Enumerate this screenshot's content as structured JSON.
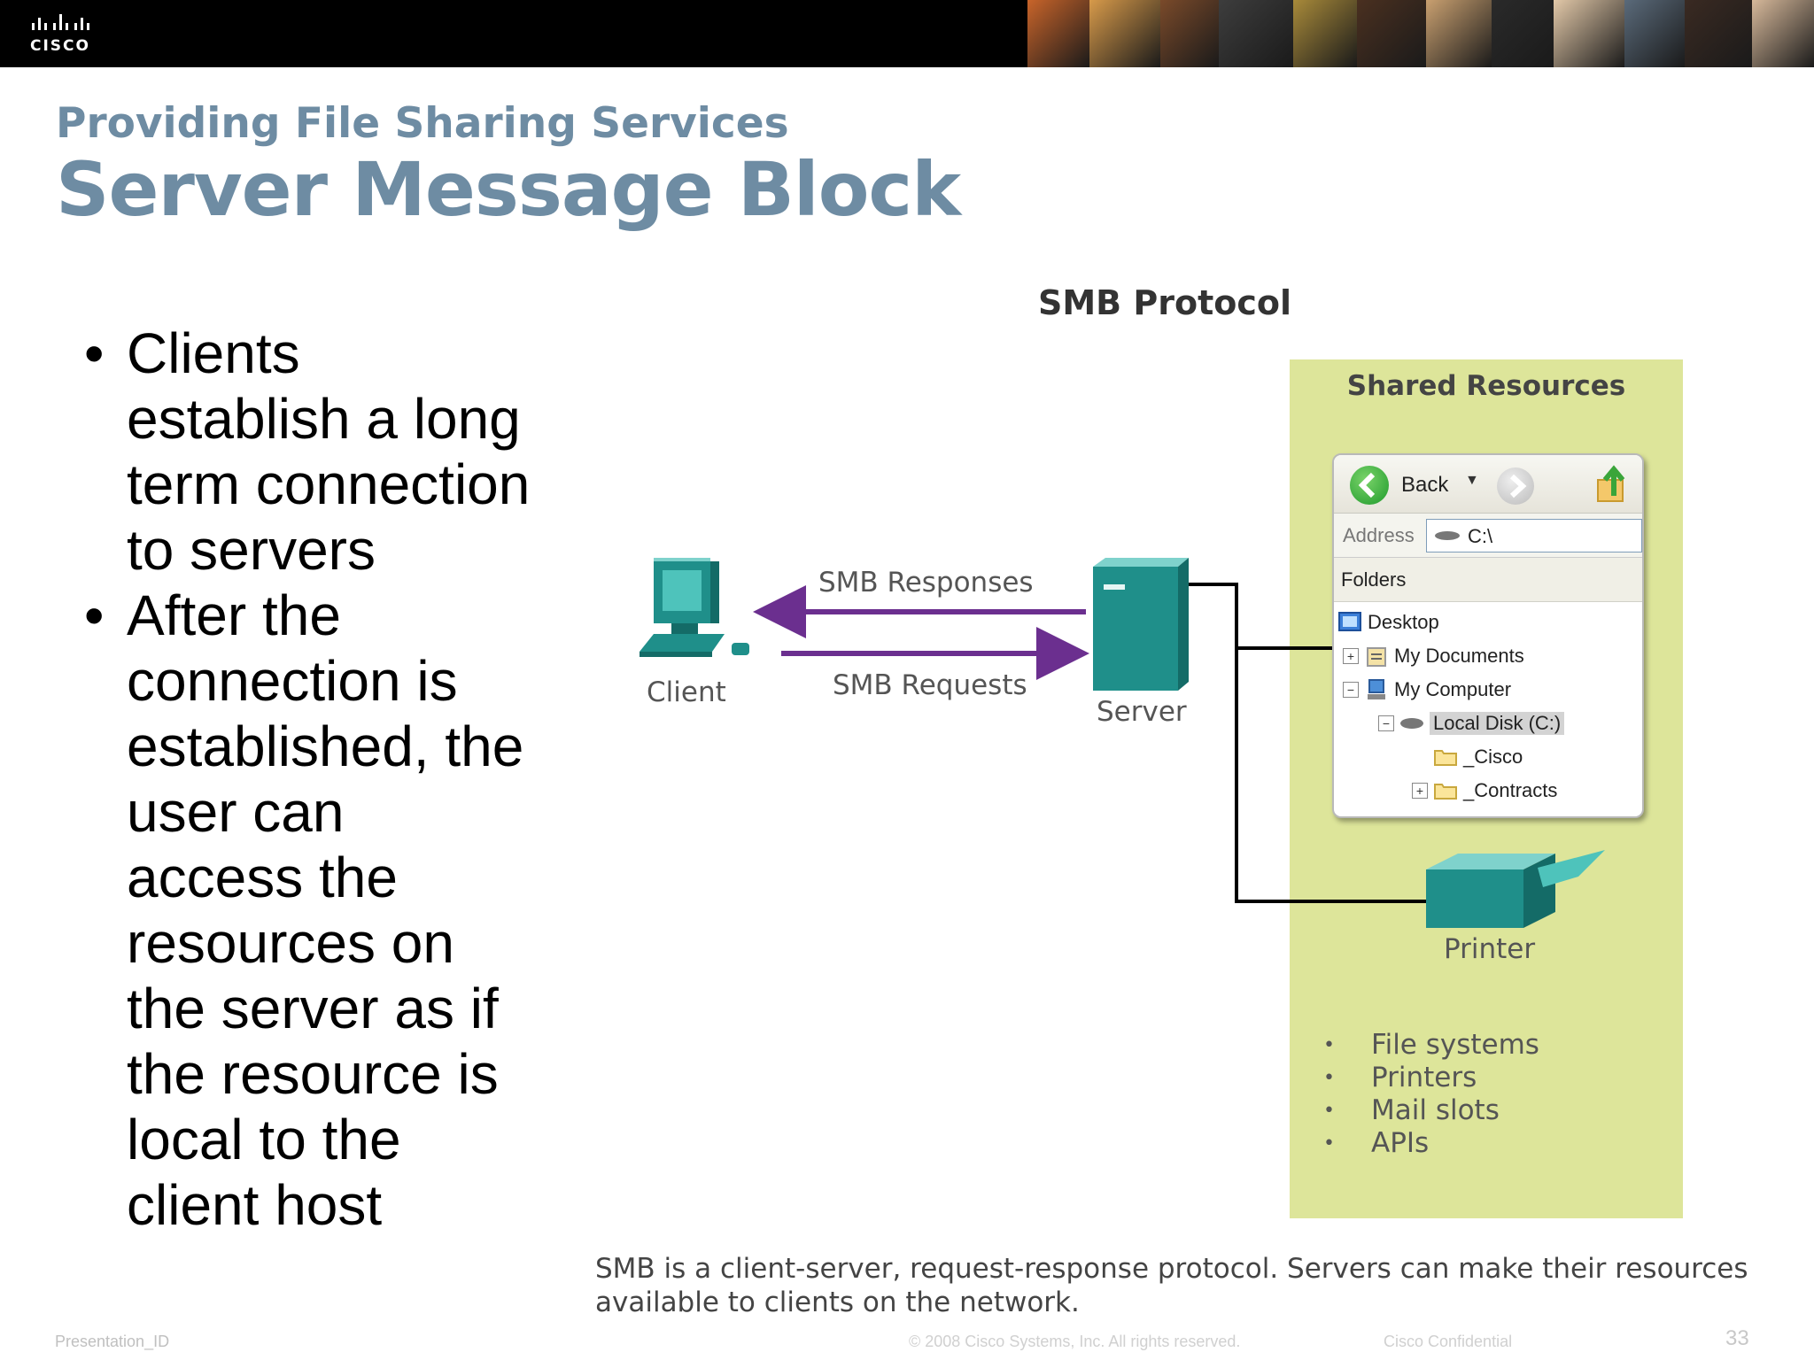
{
  "header": {
    "logo_text": "CISCO",
    "photo_colors": [
      "#c8642a",
      "#d79a4a",
      "#7a4a2a",
      "#3d3d3d",
      "#a88a3a",
      "#4a3020",
      "#c9a070",
      "#2a2a2a",
      "#e2c8a8",
      "#5a6a7a",
      "#3a2a22",
      "#d6b89a"
    ]
  },
  "slide": {
    "subtitle": "Providing File Sharing Services",
    "title": "Server Message Block",
    "bullets": [
      "Clients establish a long term connection to servers",
      "After the connection is established, the user can access the resources on the server as if the resource is local to the client host"
    ],
    "bullet_lines": [
      [
        "Clients",
        "establish a long",
        "term connection",
        "to servers"
      ],
      [
        "After the",
        "connection is",
        "established, the",
        "user can",
        "access the",
        "resources on",
        "the server as if",
        "the resource is",
        "local to the",
        "client host"
      ]
    ]
  },
  "diagram": {
    "title": "SMB Protocol",
    "client_label": "Client",
    "server_label": "Server",
    "responses_label": "SMB Responses",
    "requests_label": "SMB Requests",
    "shared_title": "Shared Resources",
    "printer_label": "Printer",
    "explorer": {
      "back_label": "Back",
      "address_label": "Address",
      "address_value": "C:\\",
      "folders_label": "Folders",
      "tree": [
        "Desktop",
        "My Documents",
        "My Computer",
        "Local Disk (C:)",
        "_Cisco",
        "_Contracts"
      ]
    },
    "resources": [
      "File systems",
      "Printers",
      "Mail slots",
      "APIs"
    ],
    "caption": "SMB is a client-server, request-response protocol. Servers can make their resources available to clients on the network.",
    "colors": {
      "arrow": "#6b2f8f",
      "device": "#1f8f8a",
      "panel": "#dde59a"
    }
  },
  "footer": {
    "left": "Presentation_ID",
    "center": "© 2008 Cisco Systems, Inc. All rights reserved.",
    "right": "Cisco Confidential",
    "page": "33"
  }
}
